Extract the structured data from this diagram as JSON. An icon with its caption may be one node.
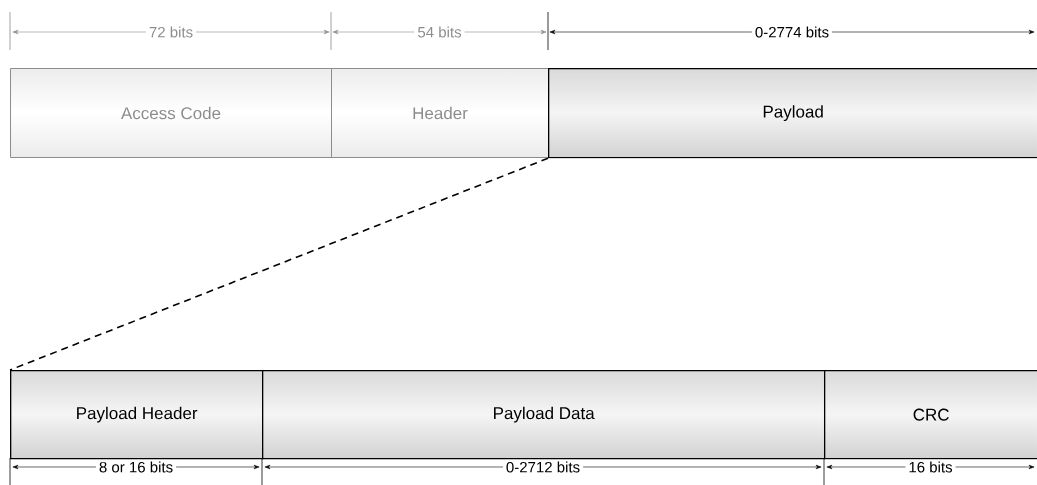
{
  "diagram": {
    "nodes": [
      {
        "text": [
          "Access Code"
        ]
      },
      {
        "text": [
          "Header"
        ]
      },
      {
        "text": [
          "Payload"
        ]
      },
      {
        "text": [
          "Payload Header"
        ]
      },
      {
        "text": [
          "Payload Data"
        ]
      },
      {
        "text": [
          "CRC"
        ]
      }
    ],
    "edges": [
      {
        "from": 2,
        "to": 3,
        "arrow": "none",
        "style": "dashed"
      }
    ],
    "labels": [
      "72 bits",
      "54 bits",
      "0-2774 bits",
      "8 or 16 bits",
      "0-2712 bits",
      "16 bits"
    ]
  }
}
